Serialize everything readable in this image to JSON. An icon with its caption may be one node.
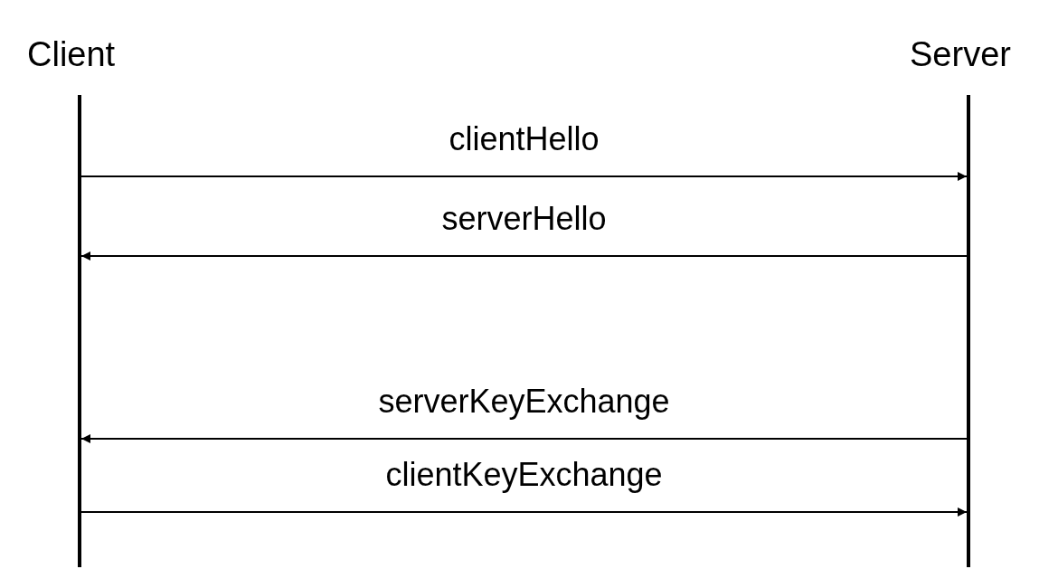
{
  "diagram": {
    "nodes": [
      {
        "text": [],
        "shape": "bar",
        "beside": [
          "Client"
        ]
      },
      {
        "text": [],
        "shape": "bar",
        "beside": [
          "Server"
        ]
      }
    ],
    "edges": [
      {
        "from": 0,
        "to": 1,
        "arrow": "to",
        "label": "clientHello"
      },
      {
        "from": 1,
        "to": 0,
        "arrow": "to",
        "label": "serverHello"
      },
      {
        "from": 1,
        "to": 0,
        "arrow": "to",
        "label": "serverKeyExchange"
      },
      {
        "from": 0,
        "to": 1,
        "arrow": "to",
        "label": "clientKeyExchange"
      }
    ]
  }
}
